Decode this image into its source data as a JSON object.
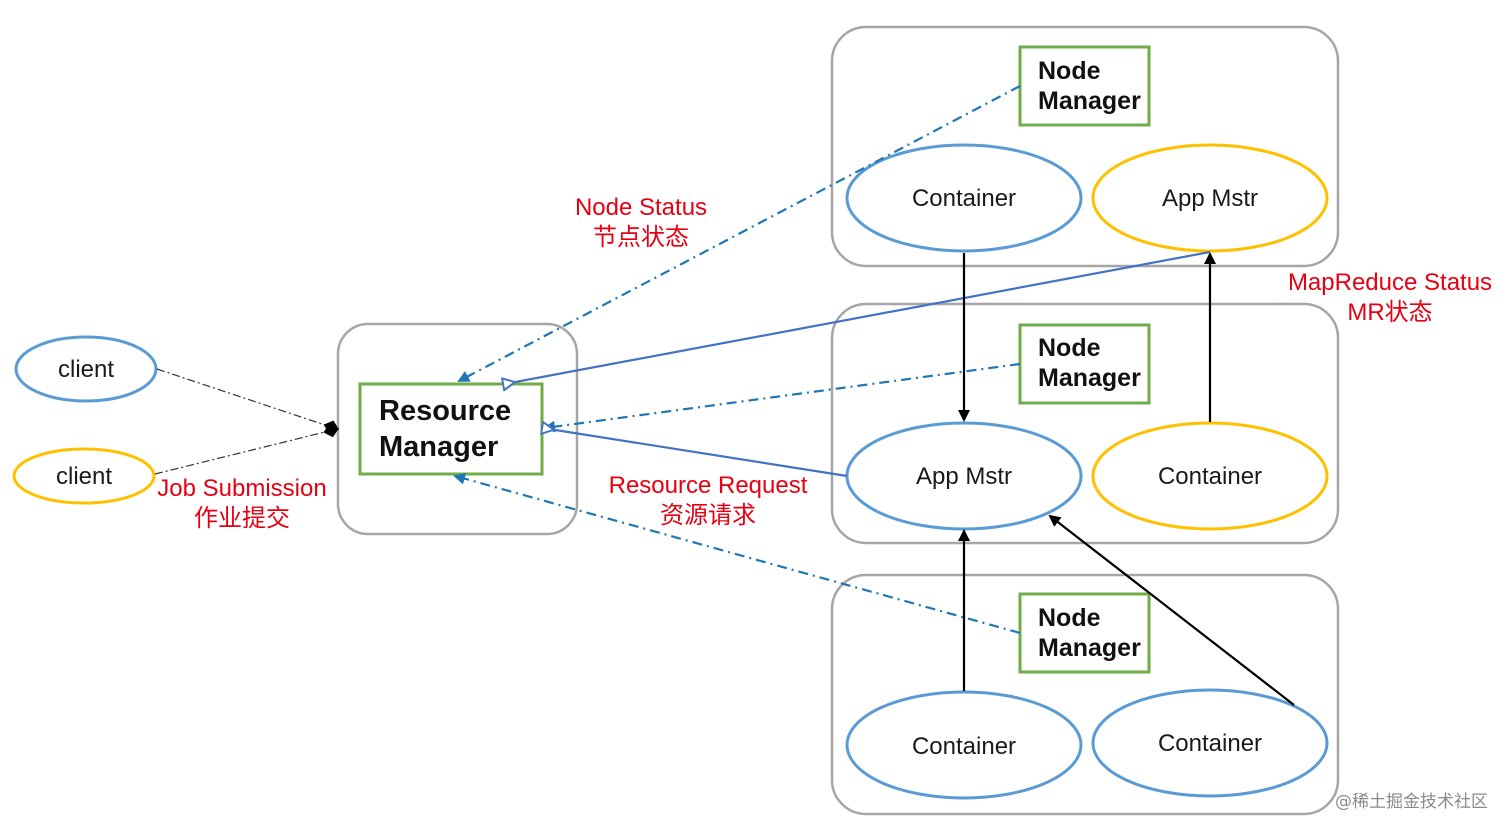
{
  "clients": {
    "top": "client",
    "bottom": "client"
  },
  "resource_manager": {
    "line1": "Resource",
    "line2": "Manager"
  },
  "labels": {
    "node_status_en": "Node Status",
    "node_status_zh": "节点状态",
    "job_submission_en": "Job Submission",
    "job_submission_zh": "作业提交",
    "resource_request_en": "Resource Request",
    "resource_request_zh": "资源请求",
    "mapreduce_status_en": "MapReduce Status",
    "mapreduce_status_zh": "MR状态"
  },
  "nodes": [
    {
      "nm_line1": "Node",
      "nm_line2": "Manager",
      "left": "Container",
      "right": "App Mstr"
    },
    {
      "nm_line1": "Node",
      "nm_line2": "Manager",
      "left": "App Mstr",
      "right": "Container"
    },
    {
      "nm_line1": "Node",
      "nm_line2": "Manager",
      "left": "Container",
      "right": "Container"
    }
  ],
  "watermark": "@稀土掘金技术社区",
  "colors": {
    "blue": "#5b9bd5",
    "yellow": "#ffc000",
    "green": "#70ad47",
    "red": "#e60012",
    "gray": "#a6a6a6",
    "dash_blue": "#1f77b4",
    "solid_blue": "#4472c4"
  }
}
